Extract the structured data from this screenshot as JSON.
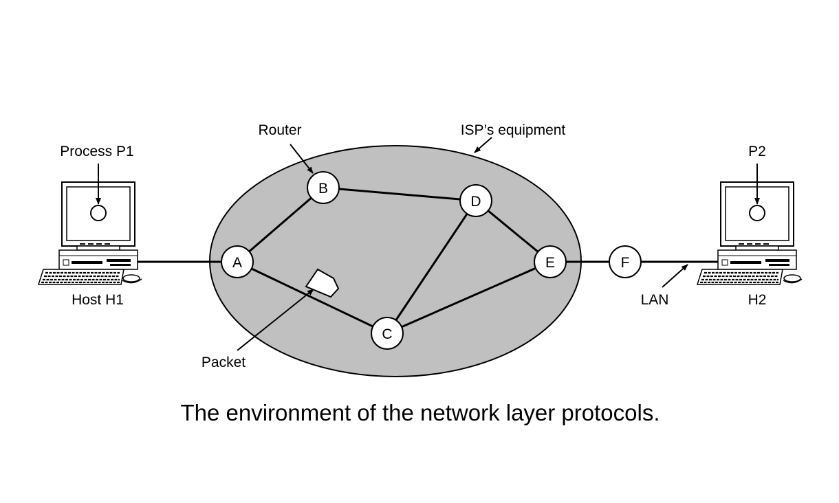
{
  "labels": {
    "process_p1": "Process P1",
    "router": "Router",
    "isp_equipment": "ISP’s equipment",
    "p2": "P2",
    "host_h1": "Host H1",
    "packet": "Packet",
    "lan": "LAN",
    "h2": "H2"
  },
  "nodes": {
    "a": "A",
    "b": "B",
    "c": "C",
    "d": "D",
    "e": "E",
    "f": "F"
  },
  "caption": "The environment of the network layer protocols.",
  "colors": {
    "cloud_fill": "#c0c0c0",
    "stroke": "#000000",
    "node_fill": "#ffffff"
  }
}
